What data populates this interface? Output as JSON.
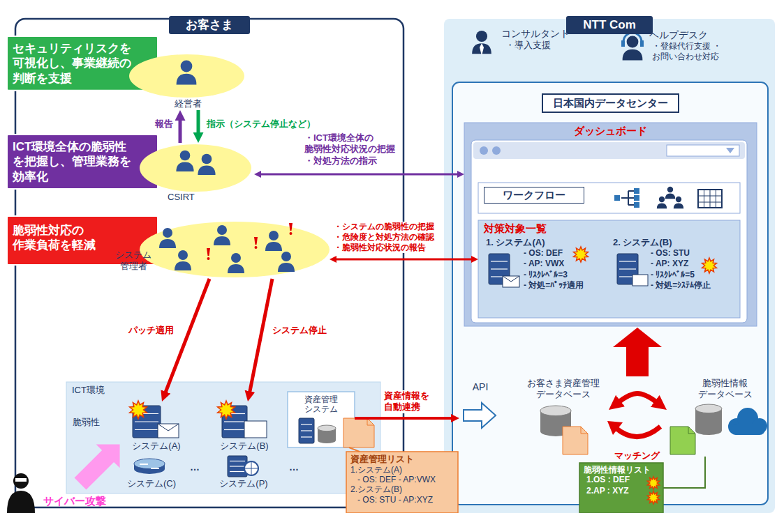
{
  "diagram": {
    "nodes": [
      {
        "text": [
          "お客さま"
        ]
      },
      {
        "text": [
          "セキュリティリスクを 可視化し、事業継続の 判断を支援"
        ],
        "in": 0
      },
      {
        "text": [
          "経営者"
        ],
        "in": 0
      },
      {
        "text": [
          "ICT環境全体の脆弱性 を把握し、管理業務を 効率化"
        ],
        "in": 0
      },
      {
        "text": [
          "CSIRT"
        ],
        "in": 0
      },
      {
        "text": [
          "脆弱性対応の 作業負荷を軽減"
        ],
        "in": 0
      },
      {
        "text": [
          "システム 管理者"
        ],
        "in": 0
      },
      {
        "text": [
          "ICT環境"
        ],
        "in": 0
      },
      {
        "text": [
          "システム(A)"
        ],
        "in": 7
      },
      {
        "text": [
          "システム(B)"
        ],
        "in": 7
      },
      {
        "text": [
          "資産管理 システム"
        ],
        "in": 7
      },
      {
        "text": [
          "システム(C)"
        ],
        "in": 7
      },
      {
        "text": [
          "システム(P)"
        ],
        "in": 7
      },
      {
        "text": [
          "NTT Com"
        ]
      },
      {
        "text": [
          "コンサルタント",
          "・導入支援"
        ],
        "in": 13
      },
      {
        "text": [
          "ヘルプデスク",
          "・登録代行支援 ・お問い合わせ対応"
        ],
        "in": 13
      },
      {
        "text": [
          "日本国内データセンター"
        ],
        "in": 13
      },
      {
        "text": [
          "ダッシュボード"
        ],
        "in": 16
      },
      {
        "text": [
          "ワークフロー"
        ],
        "in": 17
      },
      {
        "text": [
          "対策対象一覧"
        ],
        "in": 17
      },
      {
        "text": [
          "1. システム(A)",
          "- OS: DEF",
          "- AP: VWX",
          "- ﾘｽｸﾚﾍﾞﾙ=3",
          "- 対処=ﾊﾟｯﾁ適用"
        ],
        "in": 19
      },
      {
        "text": [
          "2. システム(B)",
          "- OS: STU",
          "- AP: XYZ",
          "- ﾘｽｸﾚﾍﾞﾙ=5",
          "- 対処=ｼｽﾃﾑ停止"
        ],
        "in": 19
      },
      {
        "text": [
          "API"
        ],
        "in": 16
      },
      {
        "text": [
          "お客さま資産管理 データベース"
        ],
        "in": 16
      },
      {
        "text": [
          "脆弱性情報 データベース"
        ],
        "in": 16
      },
      {
        "text": [
          "資産管理リスト",
          "1.システム(A)",
          "- OS: DEF - AP:VWX",
          "2.システム(B)",
          "- OS: STU - AP:XYZ"
        ]
      },
      {
        "text": [
          "脆弱性情報リスト",
          "1.OS : DEF",
          "2.AP : XYZ"
        ]
      }
    ],
    "edges": [
      {
        "from": 4,
        "to": 2,
        "arrow": "to",
        "label": "報告"
      },
      {
        "from": 2,
        "to": 4,
        "arrow": "to",
        "label": "指示（システム停止など）"
      },
      {
        "from": 4,
        "to": 17,
        "arrow": "both",
        "label": "・ICT環境全体の 脆弱性対応状況の把握 ・対処方法の指示"
      },
      {
        "from": 6,
        "to": 19,
        "arrow": "both",
        "label": "・システムの脆弱性の把握 ・危険度と対処方法の確認 ・脆弱性対応状況の報告"
      },
      {
        "from": 6,
        "to": 8,
        "arrow": "to",
        "label": "パッチ適用"
      },
      {
        "from": 6,
        "to": 9,
        "arrow": "to",
        "label": "システム停止"
      },
      {
        "from": 10,
        "to": 22,
        "arrow": "to",
        "label": "資産情報を 自動連携"
      },
      {
        "from": 23,
        "to": 24,
        "arrow": "both",
        "label": "マッチング"
      },
      {
        "from": 10,
        "to": 25,
        "arrow": "none"
      },
      {
        "from": 24,
        "to": 26,
        "arrow": "none"
      }
    ],
    "labels": [
      "脆弱性",
      "…",
      "…",
      "サイバー攻撃"
    ]
  }
}
